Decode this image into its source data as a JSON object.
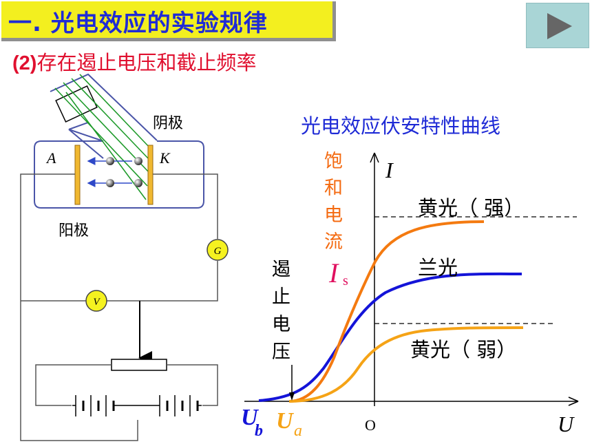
{
  "header": {
    "title": "一. 光电效应的实验规律",
    "subtitle_num": "(2)",
    "subtitle_text": "存在遏止电压和截止频率"
  },
  "controls": {
    "next_icon": "play-triangle-icon"
  },
  "circuit": {
    "cathode_label": "阴极",
    "anode_label": "阳极",
    "label_A": "A",
    "label_K": "K",
    "galvanometer": "G",
    "voltmeter": "V"
  },
  "chart": {
    "title": "光电效应伏安特性曲线",
    "y_axis": "I",
    "x_axis": "U",
    "origin": "O",
    "saturation_label": [
      "饱",
      "和",
      "电",
      "流"
    ],
    "is_main": "I",
    "is_sub": "s",
    "stop_label": [
      "遏",
      "止",
      "电",
      "压"
    ],
    "ub_main": "U",
    "ub_sub": "b",
    "ua_main": "U",
    "ua_sub": "a",
    "curve_labels": {
      "yellow_strong": "黄光（  强）",
      "blue": "兰光",
      "yellow_weak": "黄光（  弱）"
    },
    "colors": {
      "yellow_strong": "#f47a10",
      "blue": "#1414d8",
      "yellow_weak": "#f5a316",
      "saturation": "#f46a10",
      "is": "#e0105f"
    }
  }
}
